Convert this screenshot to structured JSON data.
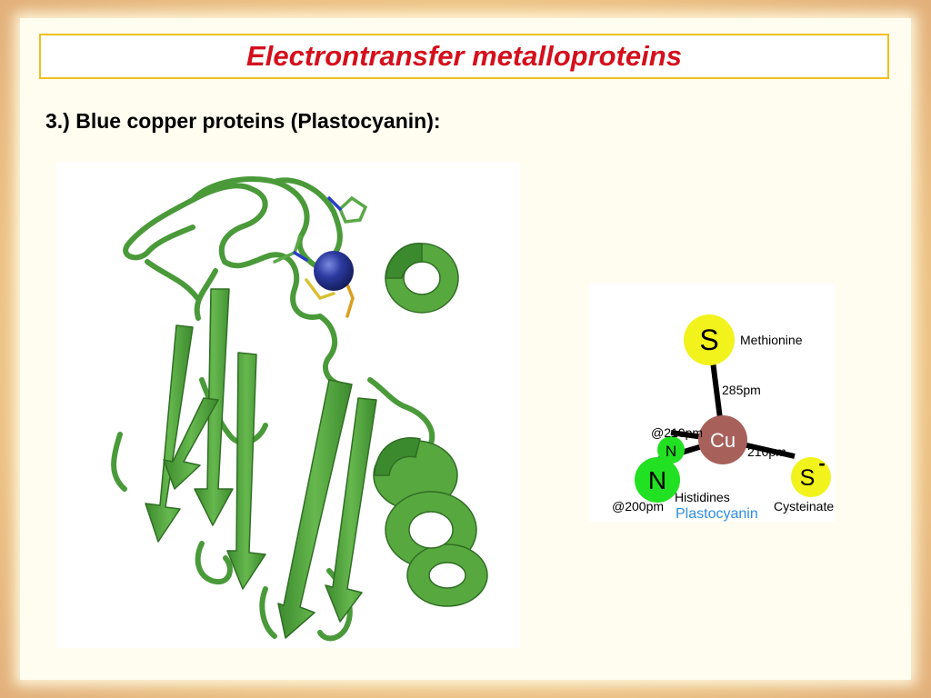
{
  "slide": {
    "title": "Electrontransfer metalloproteins",
    "subtitle": "3.) Blue copper proteins (Plastocyanin):"
  },
  "diagram": {
    "atoms": {
      "sulfur_top": "S",
      "copper": "Cu",
      "nitrogen_small": "N",
      "nitrogen_large": "N",
      "sulfur_right": "S",
      "sulfur_right_charge": "-"
    },
    "labels": {
      "methionine": "Methionine",
      "dist_s_top": "285pm",
      "dist_n_small": "@210pm",
      "dist_s_right": "210pm",
      "histidines": "Histidines",
      "dist_n_large": "@200pm",
      "cysteinate": "Cysteinate",
      "caption": "Plastocyanin"
    },
    "colors": {
      "sulfur": "#f2f21c",
      "copper": "#a8605a",
      "nitrogen": "#22e022",
      "caption": "#2f8ee0",
      "protein": "#4a9a3a",
      "copper_ion": "#2a3a9a"
    }
  }
}
